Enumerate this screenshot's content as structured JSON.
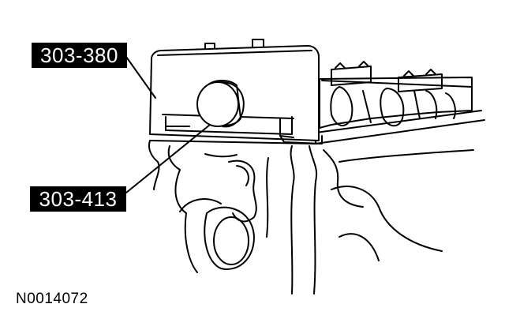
{
  "callouts": {
    "tool_bracket": "303-380",
    "alignment_disc": "303-413"
  },
  "figure_id": "N0014072",
  "colors": {
    "ink": "#000000",
    "paper": "#ffffff",
    "label_background": "#000000",
    "label_text": "#ffffff"
  }
}
